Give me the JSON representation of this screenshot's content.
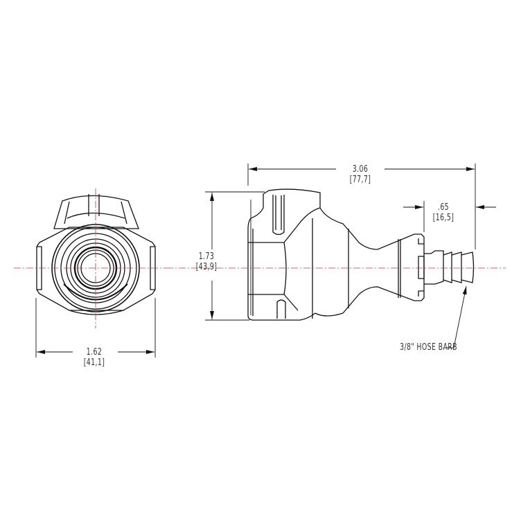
{
  "drawing": {
    "type": "technical dimension drawing",
    "views": [
      "end-view",
      "side-view"
    ],
    "centerline_color": "#cc3333",
    "line_color": "#111111"
  },
  "dimensions": {
    "end_width": {
      "inch": "1.62",
      "mm": "[41,1]"
    },
    "height": {
      "inch": "1.73",
      "mm": "[43,9]"
    },
    "overall_length": {
      "inch": "3.06",
      "mm": "[77,7]"
    },
    "barb_length": {
      "inch": ".65",
      "mm": "[16,5]"
    }
  },
  "callouts": {
    "hose_barb": "3/8\" HOSE BARB"
  }
}
